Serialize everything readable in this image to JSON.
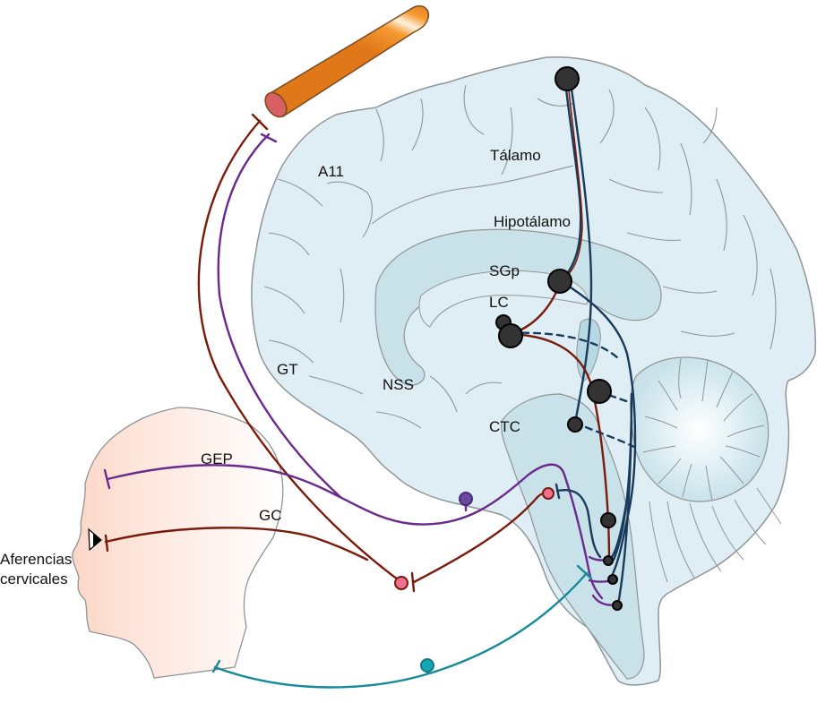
{
  "diagram": {
    "title": "Vías de modulación del dolor: sagittal brain with trigeminovascular / cervical pathways",
    "labels": {
      "a11": "A11",
      "talamo": "Tálamo",
      "hipotalamo": "Hipotálamo",
      "sgp": "SGp",
      "lc": "LC",
      "gt": "GT",
      "nss": "NSS",
      "ctc": "CTC",
      "gep": "GEP",
      "gc": "GC",
      "aferencias": "Aferencias\ncervicales"
    },
    "colors": {
      "brain_fill": "#dfeef4",
      "brain_deep": "#c9e2ea",
      "brain_stroke": "#8f9597",
      "head_fill_start": "#fbd9cb",
      "head_fill_end": "#ffffff",
      "vessel_orange": "#f08a1c",
      "vessel_dark": "#7a4a1e",
      "pathway_dark_red": "#7a1a0a",
      "pathway_purple": "#6a2a8c",
      "pathway_navy": "#1a3a5c",
      "pathway_teal": "#178a9a",
      "nucleus_dark": "#333333",
      "ganglion_pink": "#ef6f90",
      "ganglion_purple": "#6a4a9c",
      "ganglion_teal": "#19a6b4"
    },
    "nodes": [
      {
        "id": "cortex",
        "kind": "nucleus"
      },
      {
        "id": "sgp",
        "kind": "nucleus"
      },
      {
        "id": "lc-small",
        "kind": "nucleus"
      },
      {
        "id": "lc",
        "kind": "nucleus"
      },
      {
        "id": "pons",
        "kind": "nucleus"
      },
      {
        "id": "ctc",
        "kind": "nucleus"
      },
      {
        "id": "medulla",
        "kind": "nucleus"
      },
      {
        "id": "tcc-1",
        "kind": "nucleus"
      },
      {
        "id": "tcc-2",
        "kind": "nucleus"
      },
      {
        "id": "tcc-3",
        "kind": "nucleus"
      },
      {
        "id": "gt-ganglion",
        "kind": "ganglion"
      },
      {
        "id": "gep-ganglion",
        "kind": "ganglion"
      },
      {
        "id": "gc-ganglion",
        "kind": "ganglion"
      },
      {
        "id": "cervical-ganglion",
        "kind": "ganglion"
      }
    ]
  }
}
